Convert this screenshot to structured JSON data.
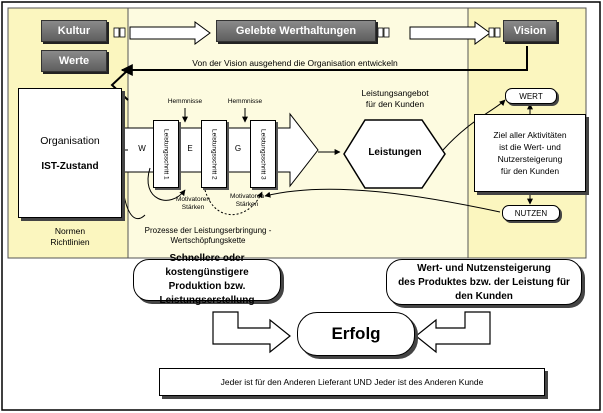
{
  "top_row": {
    "kultur": "Kultur",
    "gelebte": "Gelebte Werthaltungen",
    "vision": "Vision",
    "werte": "Werte",
    "vision_line": "Von der Vision ausgehend die Organisation entwickeln"
  },
  "organisation": {
    "title": "Organisation",
    "subtitle": "IST-Zustand",
    "normen": "Normen",
    "richtlinien": "Richtlinien"
  },
  "process": {
    "hemmnisse_1": "Hemmnisse",
    "hemmnisse_2": "Hemmnisse",
    "letters": [
      "W",
      "E",
      "G"
    ],
    "steps": [
      "Leistungsschritt 1",
      "Leistungsschritt 2",
      "Leistungsschritt 3"
    ],
    "motivatoren_1": "Motivatoren",
    "staerken_1": "Stärken",
    "motivatoren_2": "Motivatoren",
    "staerken_2": "Stärken",
    "caption_1": "Prozesse der Leistungserbringung -",
    "caption_2": "Wertschöpfungskette"
  },
  "leistungen": {
    "angebot_1": "Leistungsangebot",
    "angebot_2": "für den Kunden",
    "label": "Leistungen"
  },
  "right": {
    "wert": "WERT",
    "ziel": [
      "Ziel aller Aktivitäten",
      "ist die Wert- und",
      "Nutzersteigerung",
      "für den Kunden"
    ],
    "nutzen": "NUTZEN"
  },
  "bottom": {
    "schneller_1": "Schnellere oder kostengünstigere",
    "schneller_2": "Produktion bzw. Leistungserstellung",
    "wert_1": "Wert- und Nutzensteigerung",
    "wert_2": "des Produktes bzw. der Leistung für",
    "wert_3": "den Kunden",
    "erfolg": "Erfolg",
    "footer": "Jeder ist für den Anderen Lieferant  UND Jeder ist des Anderen Kunde"
  }
}
